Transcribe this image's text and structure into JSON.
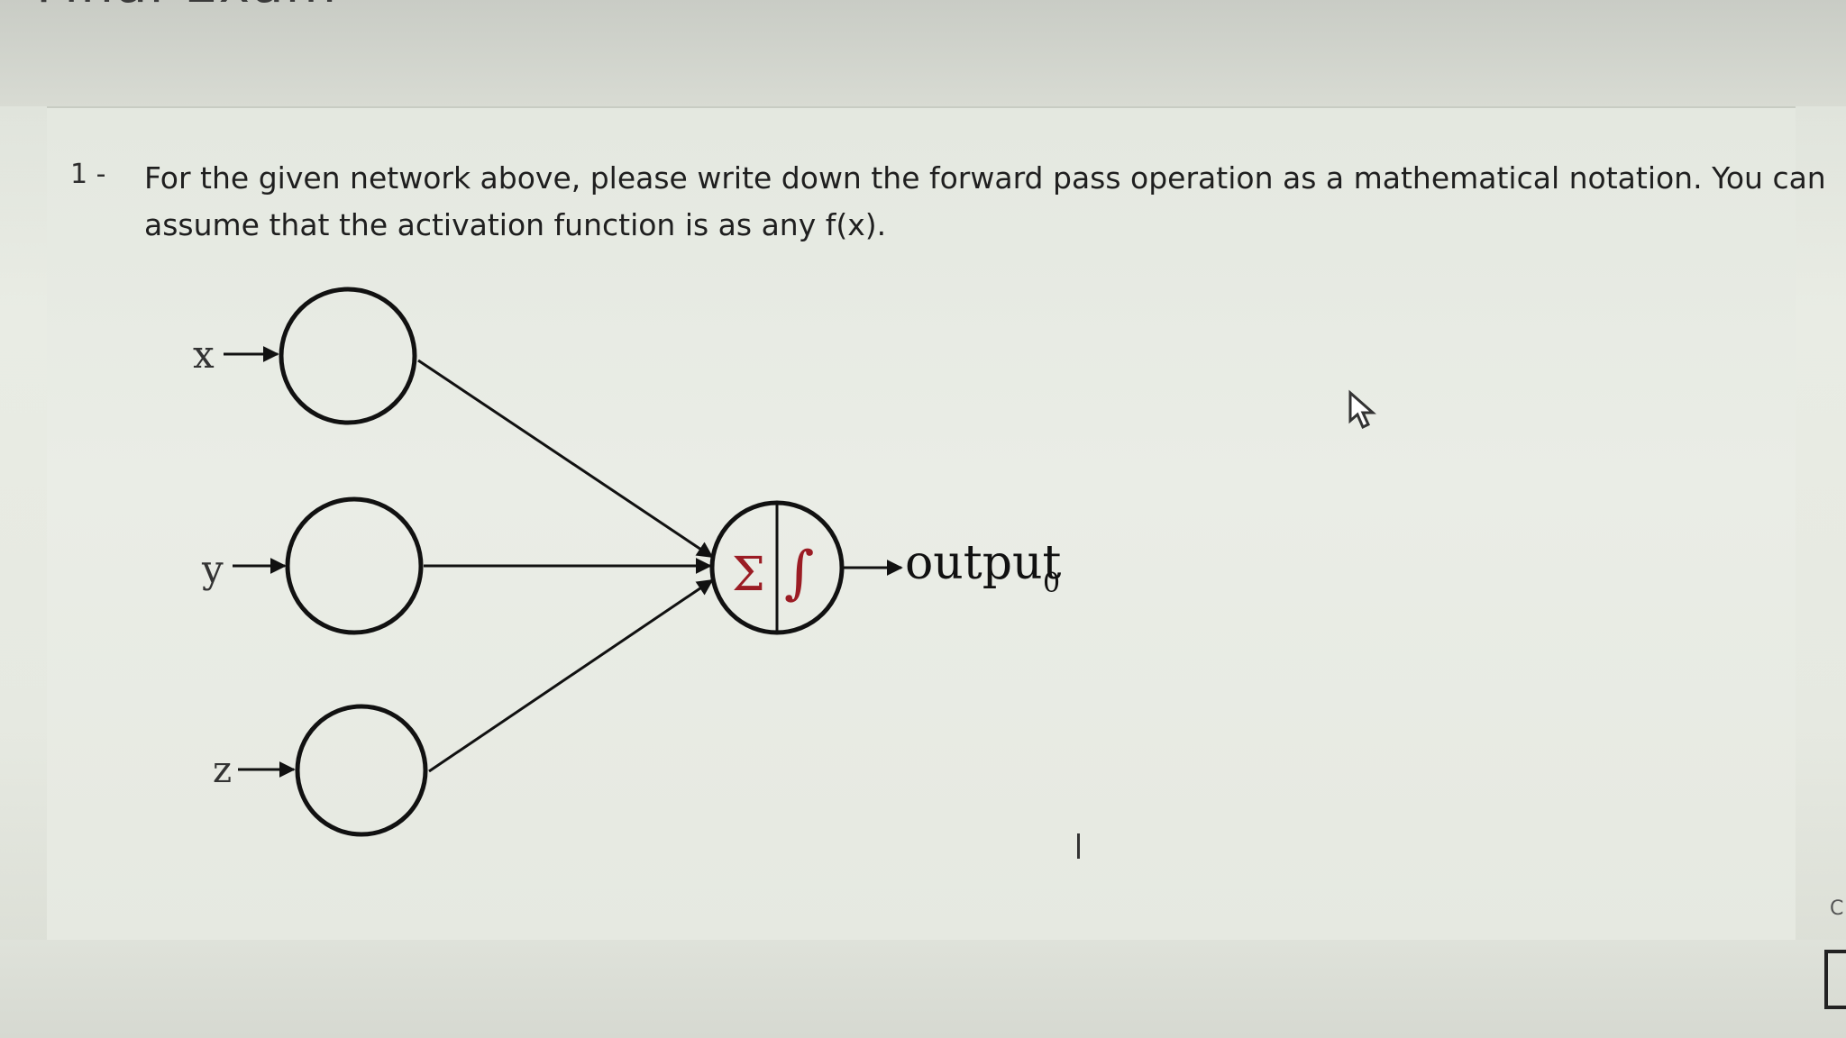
{
  "page": {
    "heading_fragment": "Final Exam"
  },
  "question": {
    "number": "1 -",
    "text": "For the given network above, please write down the forward pass operation as a mathematical notation. You can assume that the activation function is as any f(x)."
  },
  "diagram": {
    "inputs": [
      "x",
      "y",
      "z"
    ],
    "neuron_sum_symbol": "Σ",
    "neuron_activation_symbol": "∫",
    "output_label": "output",
    "output_subscript": "0"
  },
  "screen": {
    "edge_fragment": "C"
  },
  "colors": {
    "neuron_red": "#9b1c24",
    "stroke": "#111111"
  },
  "icons": {
    "cursor": "mouse-pointer-icon",
    "caret": "text-caret-icon"
  }
}
